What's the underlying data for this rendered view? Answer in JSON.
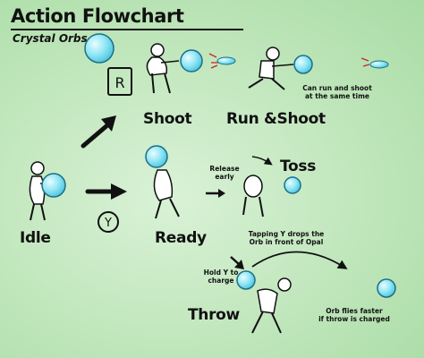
{
  "header": {
    "title": "Action Flowchart",
    "subtitle": "Crystal Orbs"
  },
  "states": {
    "idle": "Idle",
    "ready": "Ready",
    "shoot": "Shoot",
    "run_shoot": "Run &Shoot",
    "toss": "Toss",
    "throw": "Throw"
  },
  "notes": {
    "run_shoot": "Can run and shoot\nat the same time",
    "release": "Release\nearly",
    "tap_y": "Tapping Y drops the\nOrb in front of Opal",
    "hold_y": "Hold Y to\ncharge",
    "charged": "Orb flies faster\nif throw is charged"
  },
  "buttons": {
    "r": "R",
    "y": "Y"
  },
  "colors": {
    "orb_fill": "#8fe6f5",
    "orb_stroke": "#1d6f87",
    "ink": "#111111",
    "background": "#c4e8c0"
  }
}
